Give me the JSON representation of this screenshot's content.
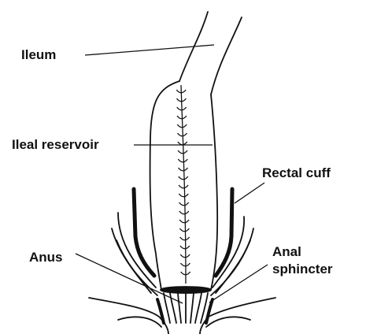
{
  "labels": {
    "ileum": "Ileum",
    "ileal_reservoir": "Ileal reservoir",
    "rectal_cuff": "Rectal cuff",
    "anus": "Anus",
    "anal_sphincter_1": "Anal",
    "anal_sphincter_2": "sphincter"
  },
  "colors": {
    "ink": "#111111",
    "background": "#ffffff"
  }
}
